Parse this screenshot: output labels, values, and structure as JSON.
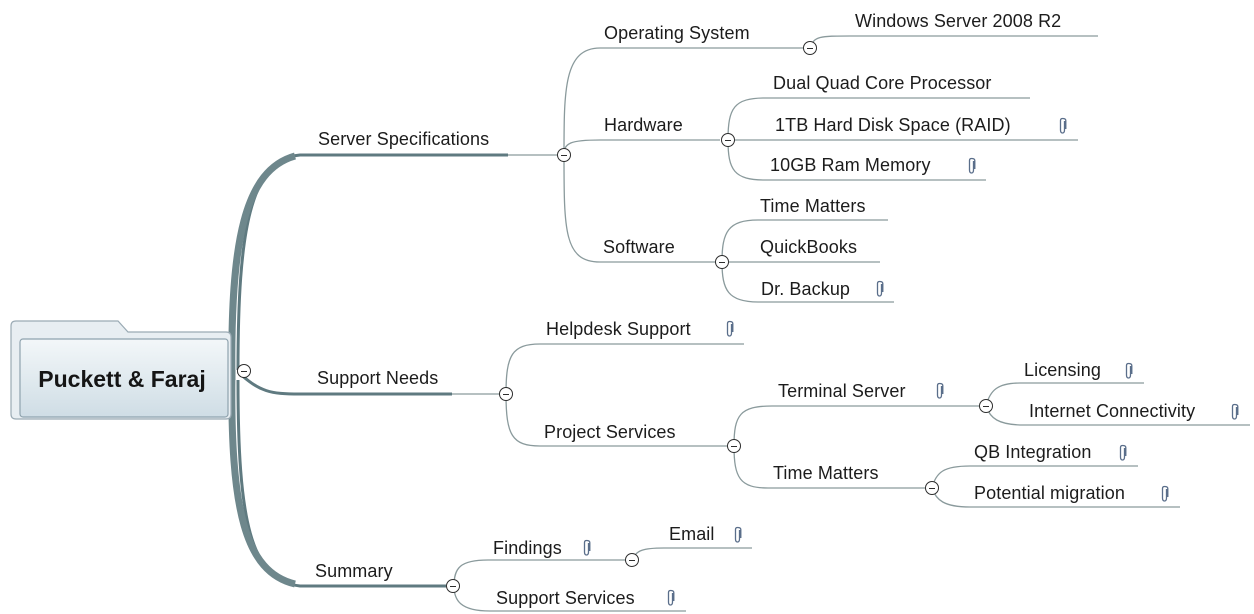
{
  "central_topic": "Puckett & Faraj",
  "branches": [
    {
      "label": "Server Specifications",
      "children": [
        {
          "label": "Operating System",
          "children": [
            {
              "label": "Windows Server 2008 R2"
            }
          ]
        },
        {
          "label": "Hardware",
          "children": [
            {
              "label": "Dual Quad Core Processor"
            },
            {
              "label": "1TB Hard Disk Space (RAID)",
              "attachment": true
            },
            {
              "label": "10GB Ram Memory",
              "attachment": true
            }
          ]
        },
        {
          "label": "Software",
          "children": [
            {
              "label": "Time Matters"
            },
            {
              "label": "QuickBooks"
            },
            {
              "label": "Dr. Backup",
              "attachment": true
            }
          ]
        }
      ]
    },
    {
      "label": "Support Needs",
      "children": [
        {
          "label": "Helpdesk Support",
          "attachment": true
        },
        {
          "label": "Project Services",
          "children": [
            {
              "label": "Terminal Server",
              "attachment": true,
              "children": [
                {
                  "label": "Licensing",
                  "attachment": true
                },
                {
                  "label": "Internet Connectivity",
                  "attachment": true
                }
              ]
            },
            {
              "label": "Time Matters",
              "children": [
                {
                  "label": "QB Integration",
                  "attachment": true
                },
                {
                  "label": "Potential migration",
                  "attachment": true
                }
              ]
            }
          ]
        }
      ]
    },
    {
      "label": "Summary",
      "children": [
        {
          "label": "Findings",
          "attachment": true,
          "children": [
            {
              "label": "Email",
              "attachment": true
            }
          ]
        },
        {
          "label": "Support Services",
          "attachment": true
        }
      ]
    }
  ]
}
